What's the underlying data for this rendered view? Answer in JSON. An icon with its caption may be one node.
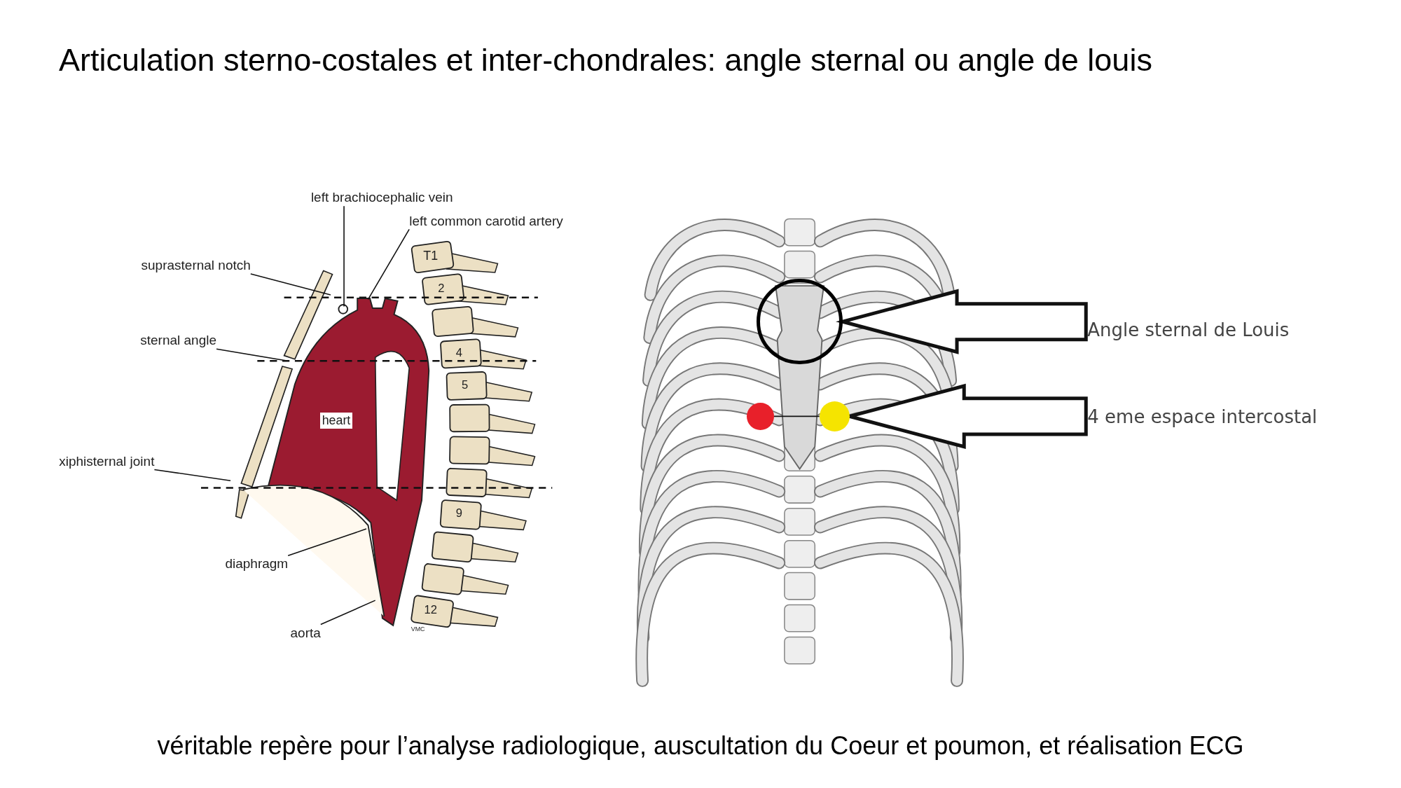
{
  "diagram": {
    "title": "Articulation sterno-costales et inter-chondrales: angle sternal ou angle de louis",
    "caption": "véritable repère pour l’analyse radiologique, auscultation du Coeur et poumon, et réalisation ECG",
    "nodes": [
      {
        "text": [
          "left brachiocephalic vein"
        ]
      },
      {
        "text": [
          "left common carotid artery"
        ]
      },
      {
        "text": [
          "suprasternal notch"
        ]
      },
      {
        "text": [
          "sternal angle"
        ]
      },
      {
        "text": [
          "xiphisternal joint"
        ]
      },
      {
        "text": [
          "diaphragm"
        ]
      },
      {
        "text": [
          "aorta"
        ]
      },
      {
        "text": [
          "Angle sternal de Louis"
        ]
      },
      {
        "text": [
          "4 eme espace intercostal"
        ]
      },
      {
        "text": [],
        "shape": "circle"
      },
      {
        "text": [],
        "shape": "circle"
      },
      {
        "text": [],
        "shape": "circle"
      }
    ],
    "edges": [
      {
        "from": 0,
        "to": null,
        "arrow": "none"
      },
      {
        "from": 1,
        "to": null,
        "arrow": "none"
      },
      {
        "from": 2,
        "to": null,
        "arrow": "none"
      },
      {
        "from": 3,
        "to": null,
        "arrow": "none"
      },
      {
        "from": 4,
        "to": null,
        "arrow": "none"
      },
      {
        "from": 5,
        "to": null,
        "arrow": "none"
      },
      {
        "from": 6,
        "to": null,
        "arrow": "none"
      },
      {
        "from": 7,
        "to": 9,
        "arrow": "to",
        "style": "thick"
      },
      {
        "from": 8,
        "to": 11,
        "arrow": "to",
        "style": "thick"
      },
      {
        "from": 10,
        "to": 11,
        "arrow": "none"
      }
    ],
    "labels": [
      "heart",
      "T1",
      "2",
      "4",
      "5",
      "9",
      "12",
      "VMC"
    ]
  }
}
